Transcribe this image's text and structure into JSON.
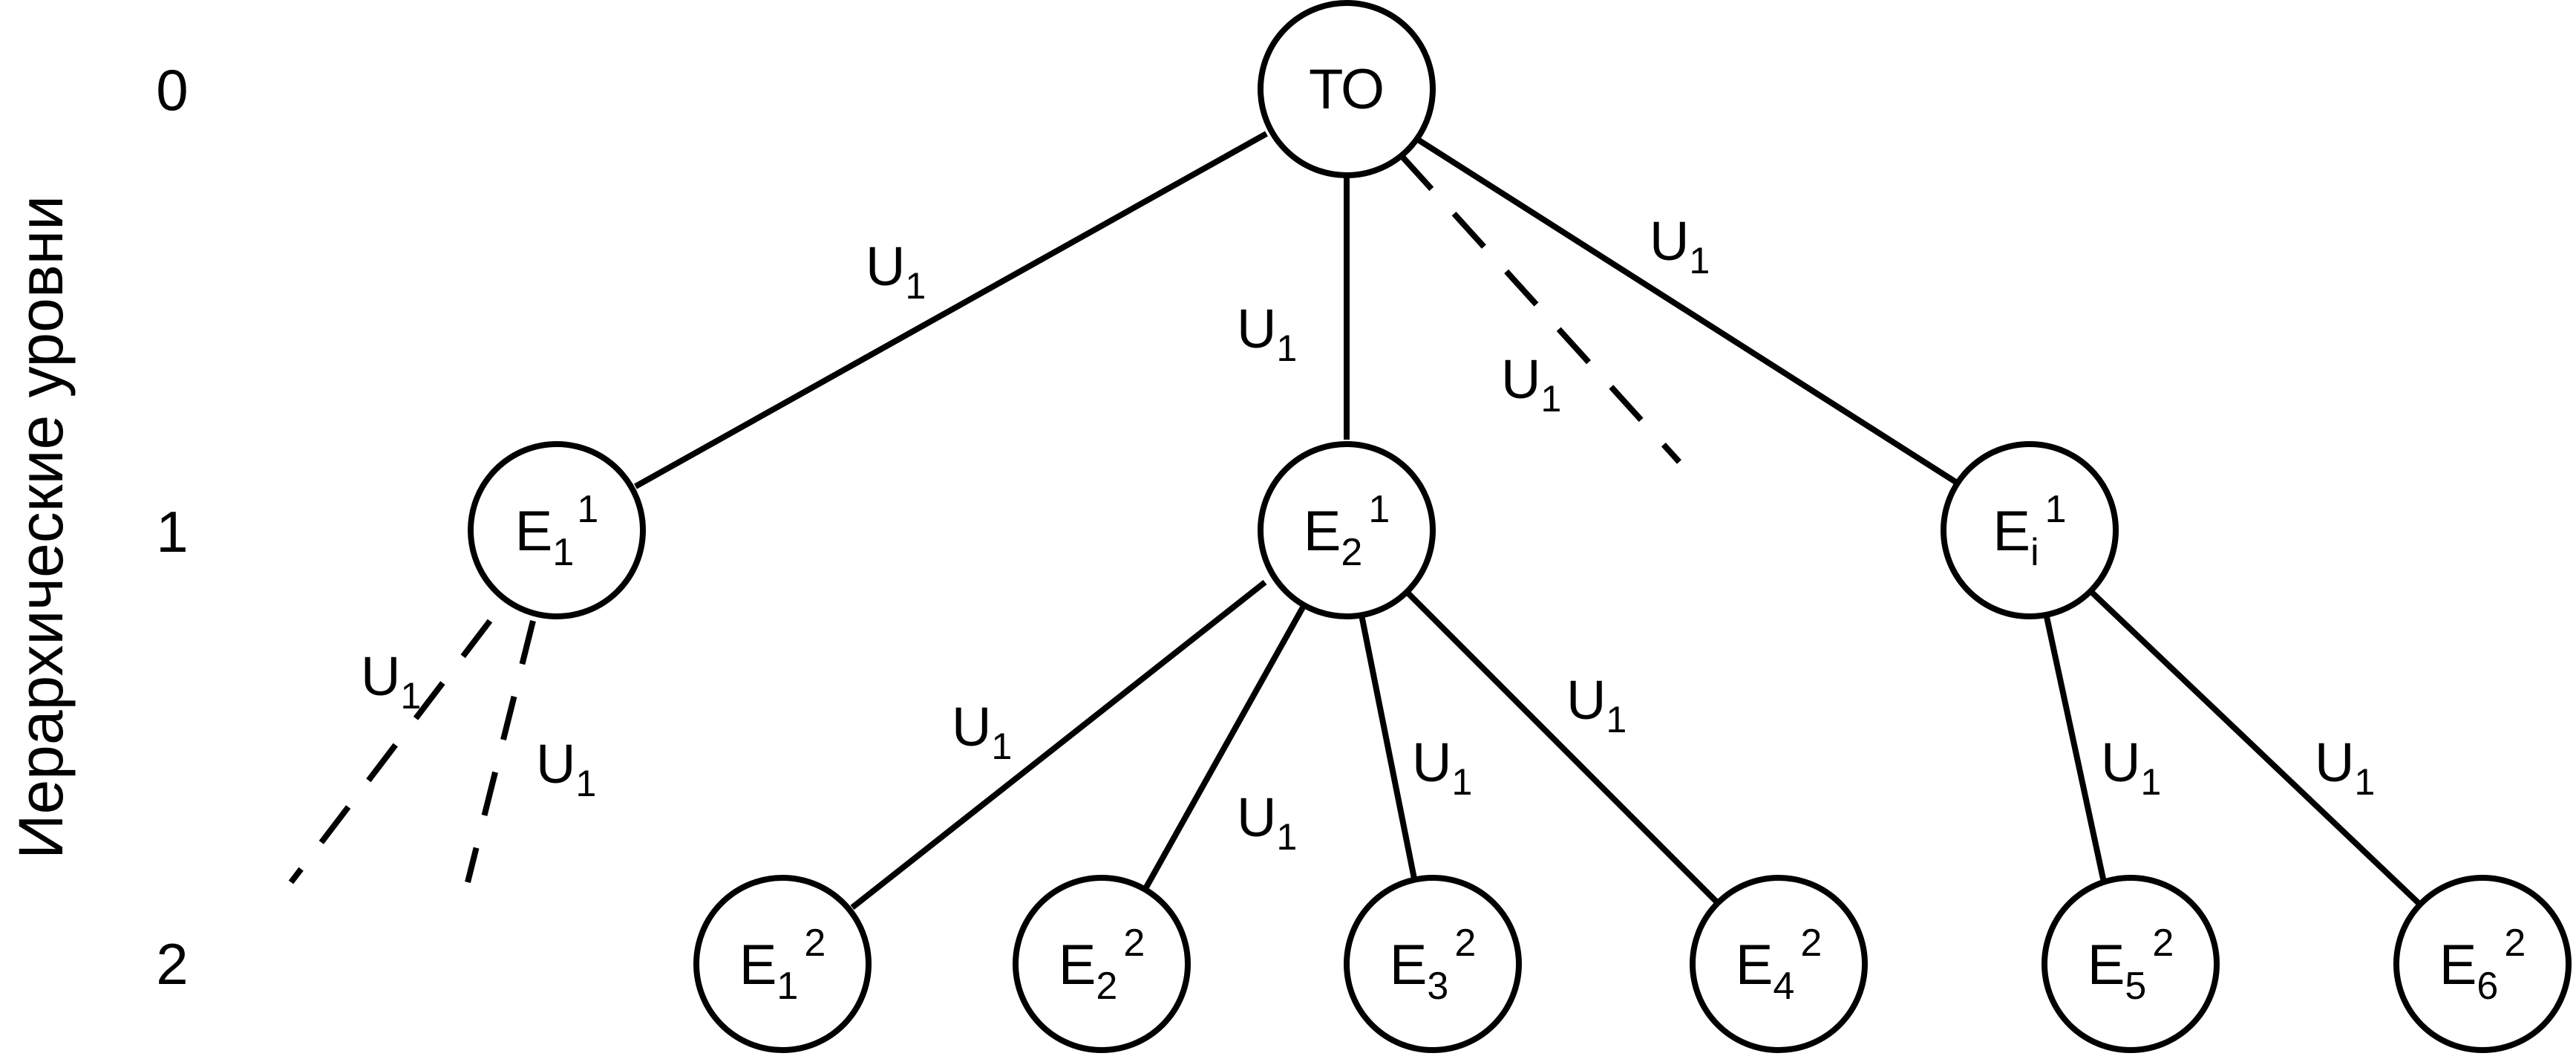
{
  "axis_title": "Иерархические уровни",
  "levels": [
    "0",
    "1",
    "2"
  ],
  "nodes": {
    "root": {
      "label": "ТО"
    },
    "e1_1": {
      "base": "E",
      "sub": "1",
      "sup": "1"
    },
    "e2_1": {
      "base": "E",
      "sub": "2",
      "sup": "1"
    },
    "ei_1": {
      "base": "E",
      "sub": "i",
      "sup": "1"
    },
    "e1_2": {
      "base": "E",
      "sub": "1",
      "sup": "2"
    },
    "e2_2": {
      "base": "E",
      "sub": "2",
      "sup": "2"
    },
    "e3_2": {
      "base": "E",
      "sub": "3",
      "sup": "2"
    },
    "e4_2": {
      "base": "E",
      "sub": "4",
      "sup": "2"
    },
    "e5_2": {
      "base": "E",
      "sub": "5",
      "sup": "2"
    },
    "e6_2": {
      "base": "E",
      "sub": "6",
      "sup": "2"
    }
  },
  "edge_label": {
    "base": "U",
    "sub": "1"
  },
  "colors": {
    "stroke": "#000000",
    "background": "#ffffff"
  }
}
